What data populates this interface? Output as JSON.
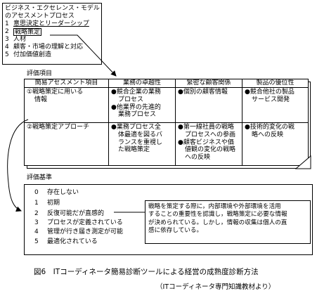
{
  "model": {
    "title_line1": "ビジネス・エクセレンス・モデル",
    "title_line2": "のアセスメントプロセス",
    "items": [
      {
        "num": "1",
        "label": "意思決定とリーダーシップ"
      },
      {
        "num": "2",
        "label": "戦略策定"
      },
      {
        "num": "3",
        "label": "人材"
      },
      {
        "num": "4",
        "label": "顧客・市場の理解と対応"
      },
      {
        "num": "5",
        "label": "付加価値創造"
      }
    ]
  },
  "evaluation": {
    "label": "評価項目",
    "headers": [
      "簡易アセスメント項目",
      "業務の卓越性",
      "緊密な顧客関係",
      "製品の優位性"
    ],
    "rows": [
      {
        "item": [
          "①戦略策定に用いる",
          "情報"
        ],
        "excellence": [
          [
            "●競合企業の業務",
            "プロセス"
          ],
          [
            "●他業界の先進的",
            "業務プロセス"
          ]
        ],
        "customer": [
          [
            "●個別の顧客情報"
          ]
        ],
        "product": [
          [
            "●競合他社の製品",
            "サービス開発"
          ]
        ]
      },
      {
        "item": [
          "②戦略策定アプローチ"
        ],
        "excellence": [
          [
            "●業務プロセス全",
            "体最適を図るバ",
            "ランスを重視し",
            "た戦略策定"
          ]
        ],
        "customer": [
          [
            "●第一線社員の戦略",
            "プロセスへの参画"
          ],
          [
            "●顧客ビジネスや価",
            "値観の変化の戦略",
            "への反映"
          ]
        ],
        "product": [
          [
            "●技術的変化の戦",
            "略への反映"
          ]
        ]
      }
    ]
  },
  "criteria": {
    "label": "評価基準",
    "items": [
      {
        "num": "0",
        "label": "存在しない"
      },
      {
        "num": "1",
        "label": "初期"
      },
      {
        "num": "2",
        "label": "反復可能だが直感的"
      },
      {
        "num": "3",
        "label": "プロセスが定義されている"
      },
      {
        "num": "4",
        "label": "管理が行き届き測定が可能"
      },
      {
        "num": "5",
        "label": "最適化されている"
      }
    ],
    "note": [
      "戦略を策定する際に，内部環境や外部環境を活用",
      "することの重要性を認識し，戦略策定に必要な情報",
      "が決められている。しかし，情報の収集は個人の直",
      "感に依存している。"
    ]
  },
  "caption": "図6　ITコーディネータ簡易診断ツールによる経営の成熟度診断方法",
  "source": "（ITコーディネータ専門知識教材より）"
}
